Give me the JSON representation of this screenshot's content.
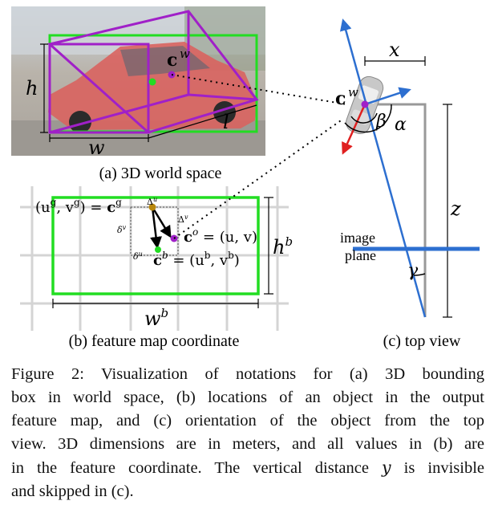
{
  "panels": {
    "a": {
      "label": "(a) 3D world space",
      "dim_h": "h",
      "dim_w": "w",
      "dim_l": "l",
      "center": "c",
      "center_sup": "w"
    },
    "b": {
      "label": "(b) feature map coordinate",
      "cg_lhs": "(u",
      "cg_sup_g": "g",
      "cg_mid": ", v",
      "cg_rhs": ") = ",
      "cg_c": "c",
      "co_c": "c",
      "co_sup": "o",
      "co_rhs": " = (u, v)",
      "cb_c": "c",
      "cb_sup": "b",
      "cb_rhs": " = (u",
      "cb_rhs2": ", v",
      "cb_rhs3": ")",
      "delta_u_top": "Δ",
      "delta_u_top_sup": "u",
      "delta_v_right": "Δ",
      "delta_v_right_sup": "v",
      "delta_v_left": "δ",
      "delta_v_left_sup": "v",
      "delta_u_bottom": "δ",
      "delta_u_bottom_sup": "u",
      "dim_hb": "h",
      "dim_hb_sup": "b",
      "dim_wb": "w",
      "dim_wb_sup": "b"
    },
    "c": {
      "label": "(c) top view",
      "dim_x": "x",
      "dim_z": "z",
      "center": "c",
      "center_sup": "w",
      "alpha": "α",
      "beta": "β",
      "gamma": "γ",
      "plane_label_1": "image",
      "plane_label_2": "plane"
    }
  },
  "caption": {
    "l1": "Figure 2:  Visualization of notations for (a) 3D bounding",
    "l2": "box in world space, (b) locations of an object in the output",
    "l3": "feature map, and (c) orientation of the object from the top",
    "l4": "view. 3D dimensions are in meters, and all values in (b) are",
    "l5a": "in the feature coordinate. The vertical distance ",
    "l5b": "y",
    "l5c": " is invisible",
    "l6": "and skipped in (c)."
  },
  "colors": {
    "box_green": "#22dd22",
    "box_purple": "#a020c8",
    "arrow_blue": "#2d6fd0",
    "arrow_red": "#e02020",
    "center_gold": "#b8860b"
  }
}
